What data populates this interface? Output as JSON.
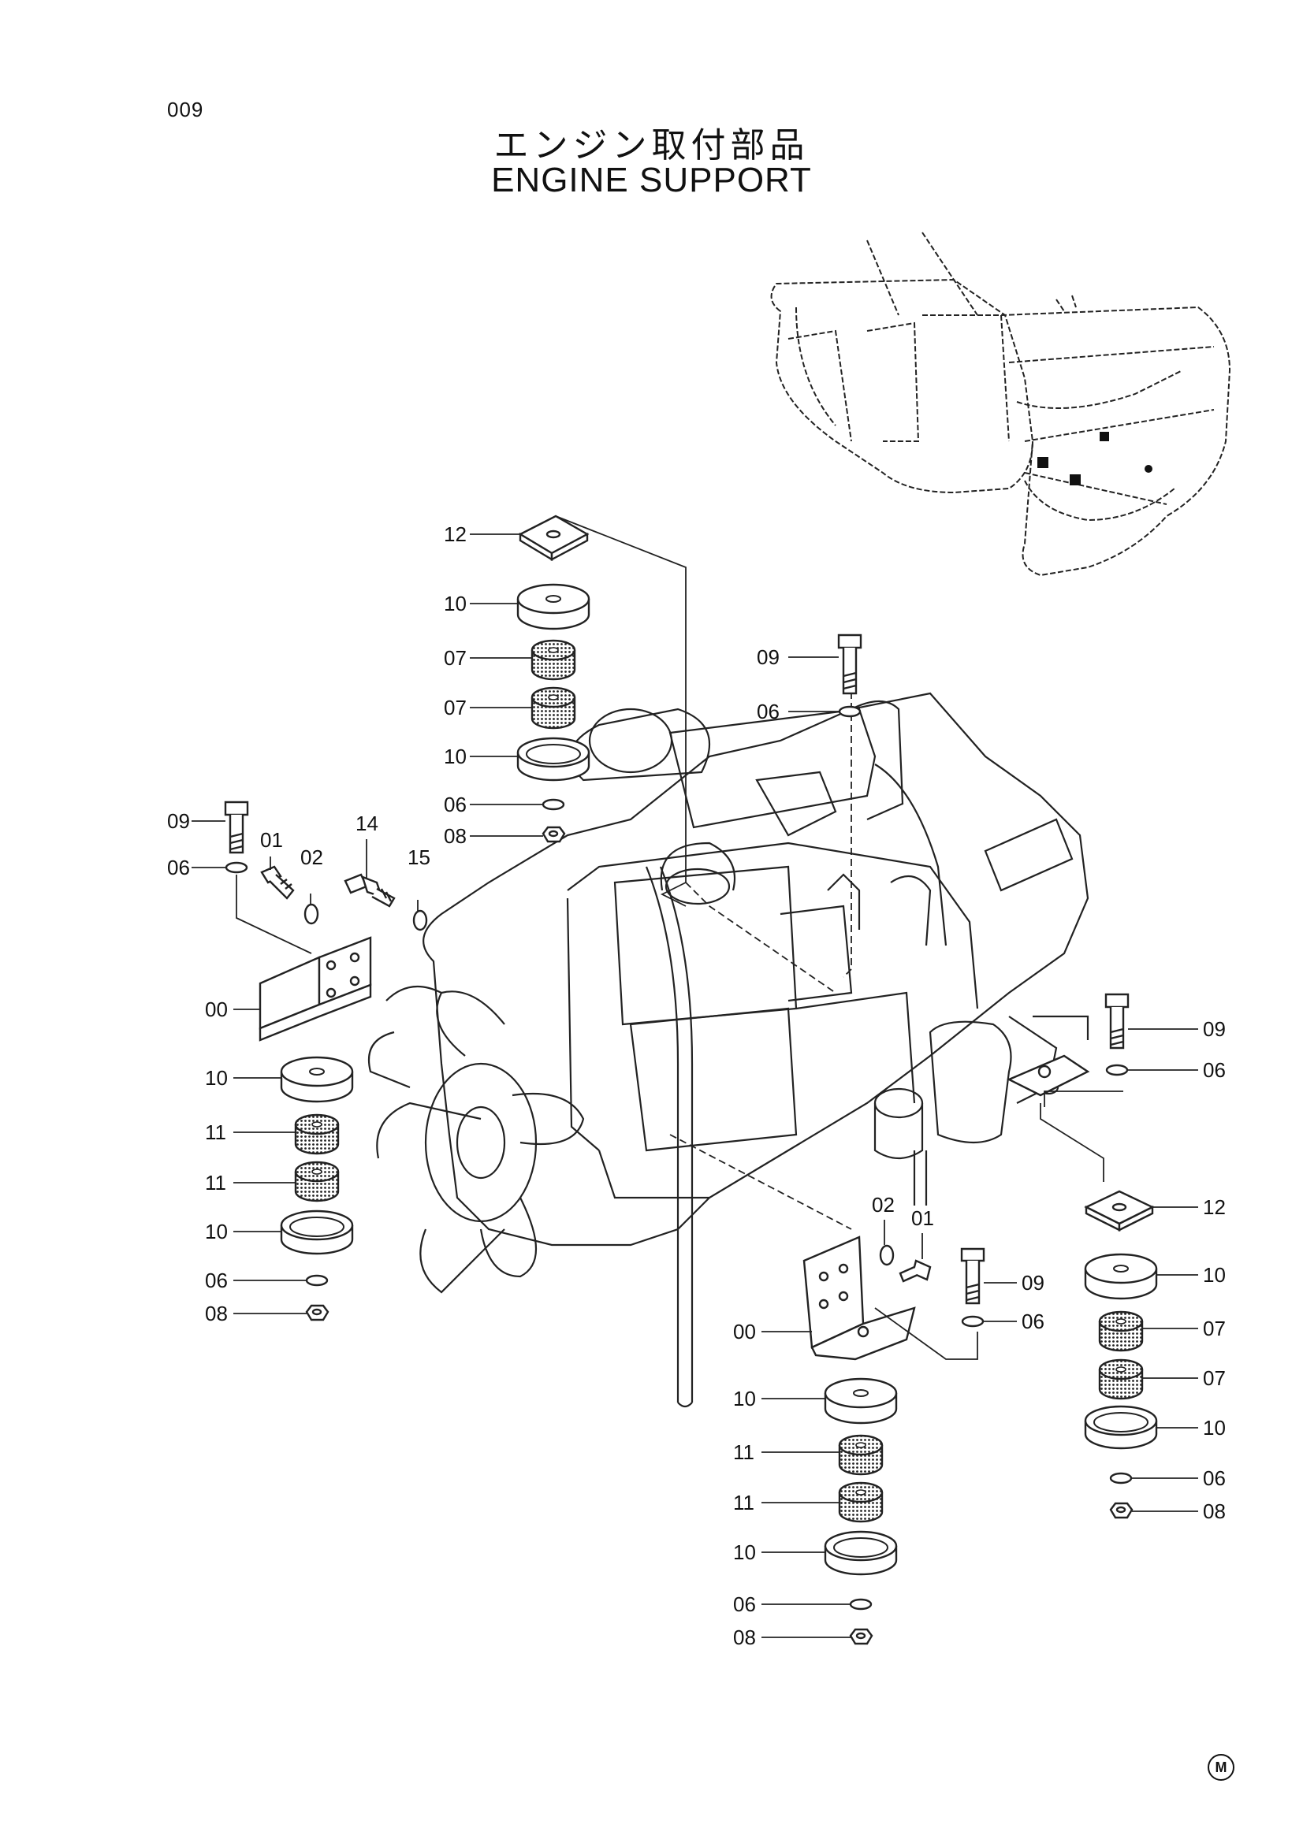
{
  "page": {
    "number": "009",
    "mark": "M"
  },
  "title": {
    "japanese": "エンジン取付部品",
    "english": "ENGINE SUPPORT"
  },
  "callouts": {
    "left_cluster": [
      "09",
      "06",
      "01",
      "02",
      "14",
      "15",
      "00",
      "10",
      "11",
      "11",
      "10",
      "06",
      "08"
    ],
    "top_stack": [
      "12",
      "10",
      "07",
      "07",
      "10",
      "06",
      "08"
    ],
    "center_bolt": [
      "09",
      "06"
    ],
    "right_cluster": [
      "09",
      "06",
      "12",
      "10",
      "07",
      "07",
      "10",
      "06",
      "08"
    ],
    "bottom_cluster": [
      "02",
      "01",
      "09",
      "06",
      "00",
      "10",
      "11",
      "11",
      "10",
      "06",
      "08"
    ]
  }
}
